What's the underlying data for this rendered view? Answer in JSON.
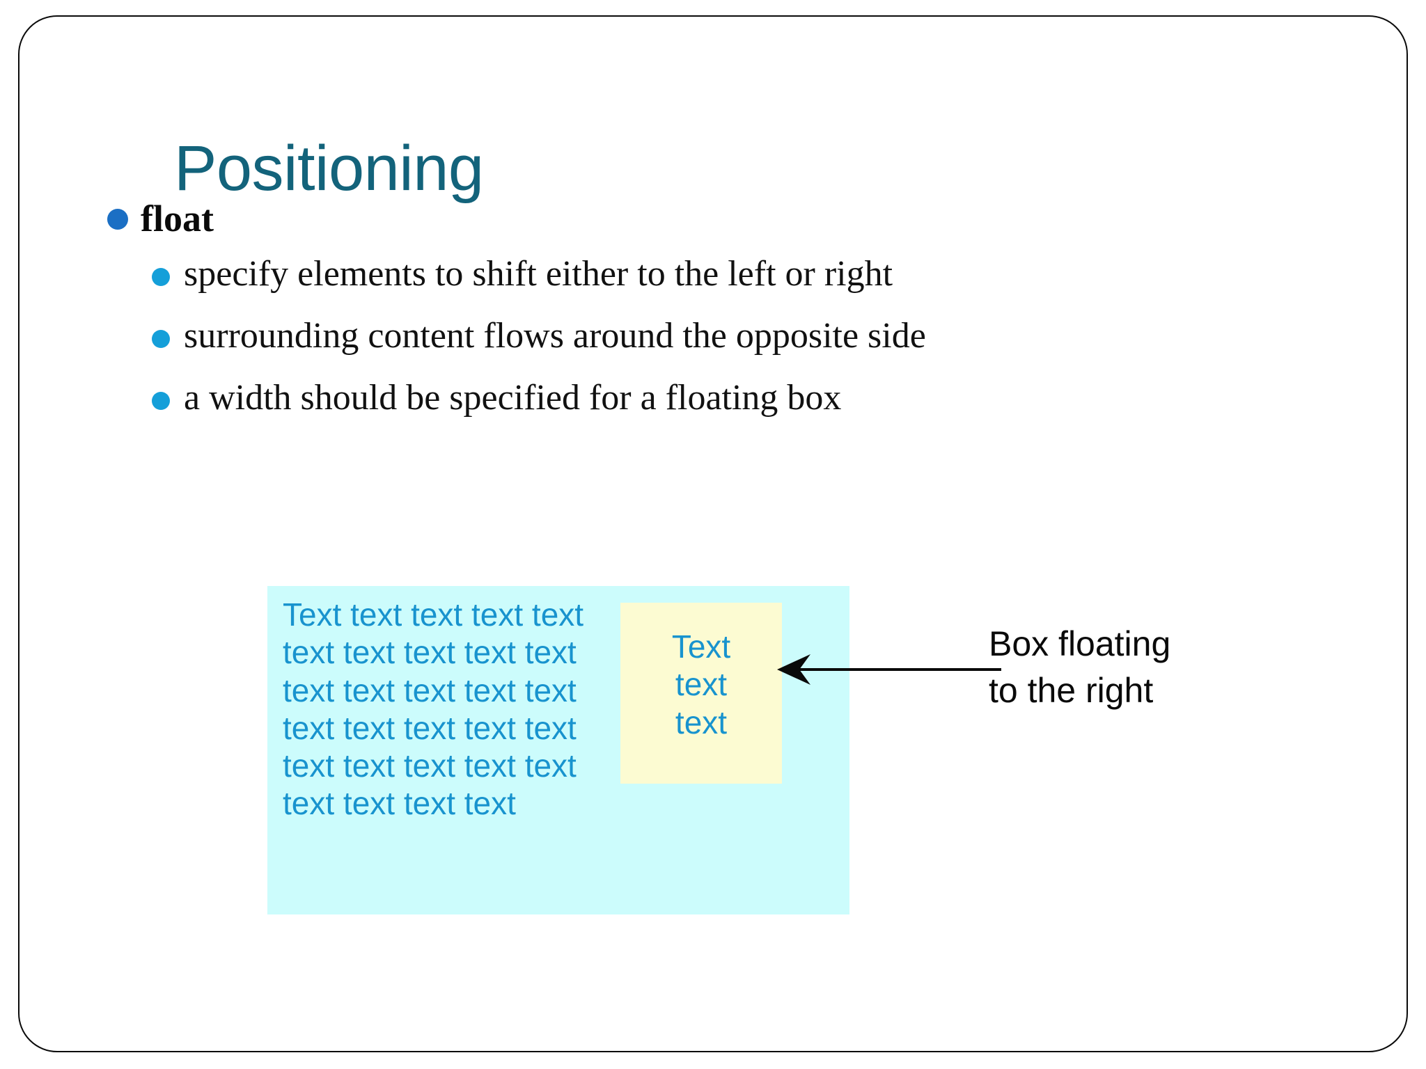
{
  "slide": {
    "title": "Positioning",
    "title_color": "#13637B",
    "frame_border_color": "#0a0a0a"
  },
  "bullets": {
    "level1": {
      "label": "float",
      "dot_color": "#1B6FC4"
    },
    "level2_dot_color": "#159FD9",
    "level2": [
      {
        "label": "specify elements to shift either to the left or right"
      },
      {
        "label": "surrounding content flows around the opposite side"
      },
      {
        "label": "a width should be specified for a floating box"
      }
    ]
  },
  "float_demo": {
    "container_bg": "#CCFCFC",
    "text_color": "#1893CE",
    "floating_box": {
      "bg": "#FCFBD2",
      "lines": [
        "Text",
        "text",
        "text"
      ]
    },
    "flow_text": "Text text text text text text text text text text text text text text text text text text text text text text text text text text text text text"
  },
  "annotation": {
    "line1": "Box floating",
    "line2": "to the right",
    "color": "#0a0a0a"
  }
}
